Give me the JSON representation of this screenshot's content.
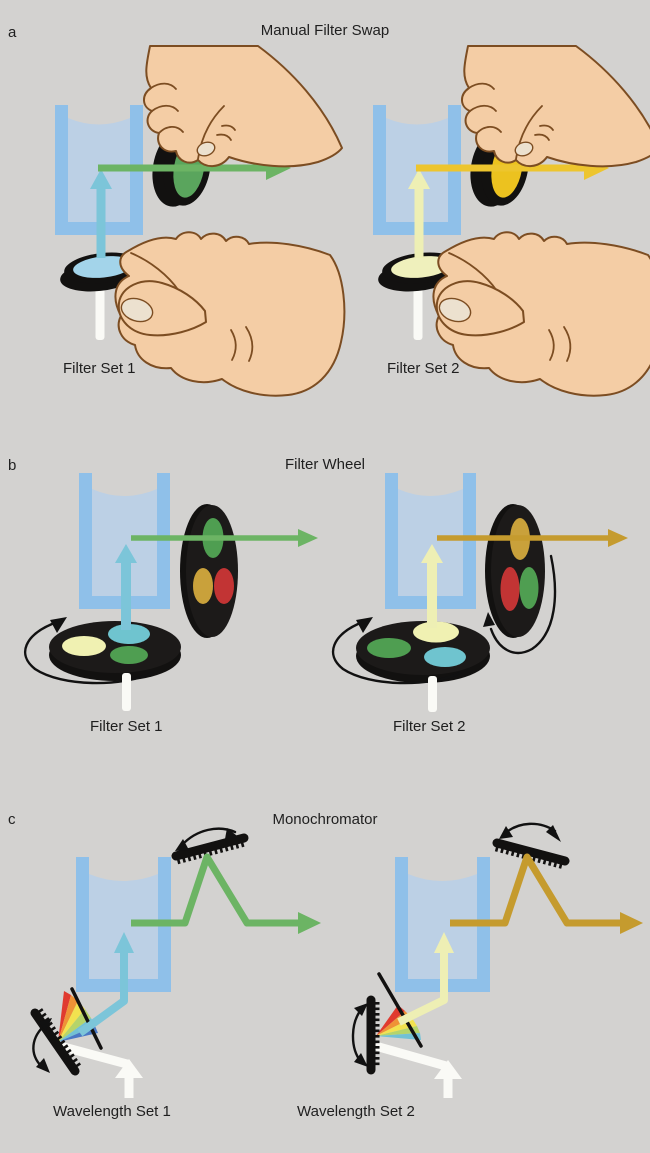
{
  "figure": {
    "panels": [
      {
        "letter": "a",
        "title": "Manual Filter Swap",
        "left_caption": "Filter Set 1",
        "right_caption": "Filter Set 2"
      },
      {
        "letter": "b",
        "title": "Filter Wheel",
        "left_caption": "Filter Set 1",
        "right_caption": "Filter Set 2"
      },
      {
        "letter": "c",
        "title": "Monochromator",
        "left_caption": "Wavelength Set 1",
        "right_caption": "Wavelength Set 2"
      }
    ]
  },
  "colors": {
    "bg": "#d3d2d0",
    "text": "#1f1f1f",
    "ink": "#111111",
    "black": "#121110",
    "cuvWall": "#8fc0e9",
    "cuvLiquid": "#bcd0e5",
    "whiteBeam": "#fafaf6",
    "green": "#6cb464",
    "yellow": "#edc52e",
    "gold": "#c59b2e",
    "cyanBeam": "#7cc5d9",
    "paleBeam": "#eeefb4",
    "filterGreen": "#5aa55d",
    "filterYellow": "#ecc21f",
    "filterCyan": "#a3d4ea",
    "filterPale": "#eff0bc",
    "wheelGreen": "#4f9e51",
    "wheelGold": "#c9a13b",
    "wheelRed": "#c23434",
    "wheelCyan": "#6fc4cf",
    "wheelPale": "#f0f1b2",
    "skin": "#f4cda5",
    "skinLine": "#7c4d22",
    "nail": "#ece1cf",
    "fanRed": "#e03a2f",
    "fanOrange": "#ef9236",
    "fanYellow": "#f2e24f",
    "fanYG": "#b5d46a",
    "fanCyan": "#72c1d4",
    "fanBlue": "#4a78c4"
  }
}
